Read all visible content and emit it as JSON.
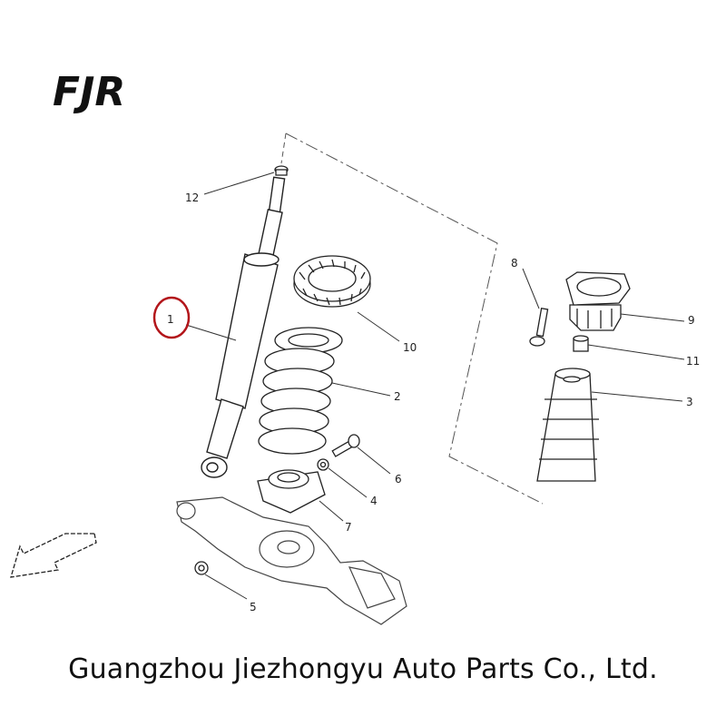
{
  "brand": {
    "logo_text": "FJR"
  },
  "callouts": [
    {
      "id": "1",
      "text": "1"
    },
    {
      "id": "2",
      "text": "2"
    },
    {
      "id": "3",
      "text": "3"
    },
    {
      "id": "4",
      "text": "4"
    },
    {
      "id": "5",
      "text": "5"
    },
    {
      "id": "6",
      "text": "6"
    },
    {
      "id": "7",
      "text": "7"
    },
    {
      "id": "8",
      "text": "8"
    },
    {
      "id": "9",
      "text": "9"
    },
    {
      "id": "10",
      "text": "10"
    },
    {
      "id": "11",
      "text": "11"
    },
    {
      "id": "12",
      "text": "12"
    }
  ],
  "highlight": {
    "part": "1",
    "color": "#b3161b"
  },
  "footer": {
    "company": "Guangzhou Jiezhongyu Auto Parts Co., Ltd."
  }
}
